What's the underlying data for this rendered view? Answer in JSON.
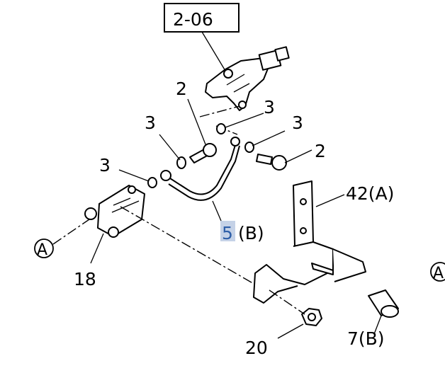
{
  "diagram": {
    "ref_box": "2-06",
    "callouts": {
      "bolt_top": "2",
      "washer_top": "3",
      "washer_left_mid": "3",
      "washer_right": "3",
      "bolt_right": "2",
      "washer_left": "3",
      "bracket": "42(A)",
      "hose_num": "5",
      "hose_suffix": "(B)",
      "circle_left": "A",
      "circle_right": "A",
      "block": "18",
      "nut": "20",
      "collar": "7(B)"
    },
    "highlight_color": "#2e5fa8"
  }
}
